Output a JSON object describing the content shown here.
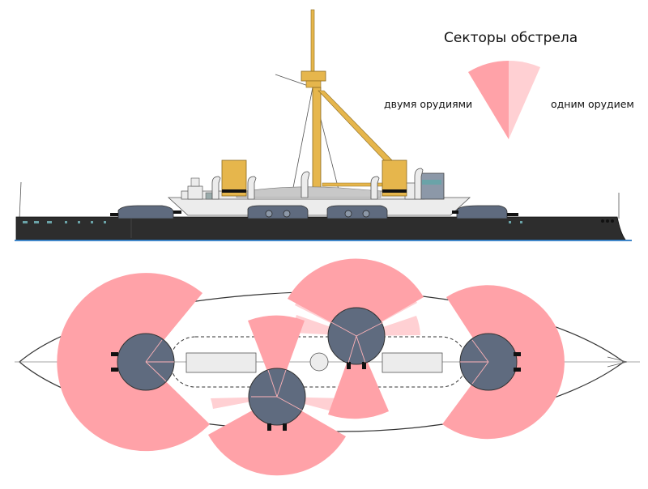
{
  "legend": {
    "title": "Секторы обстрела",
    "double_label": "двумя орудиями",
    "single_label": "одним орудием"
  },
  "colors": {
    "hull_dark": "#2d2d2d",
    "deck_light": "#ececec",
    "turret_blue_grey": "#5f6b7f",
    "funnel_ochre": "#e6b64c",
    "fire_double": "#ffa2a8",
    "fire_single": "#ffd0d3",
    "waterline_blue": "#3f86c9",
    "outline": "#333333"
  }
}
